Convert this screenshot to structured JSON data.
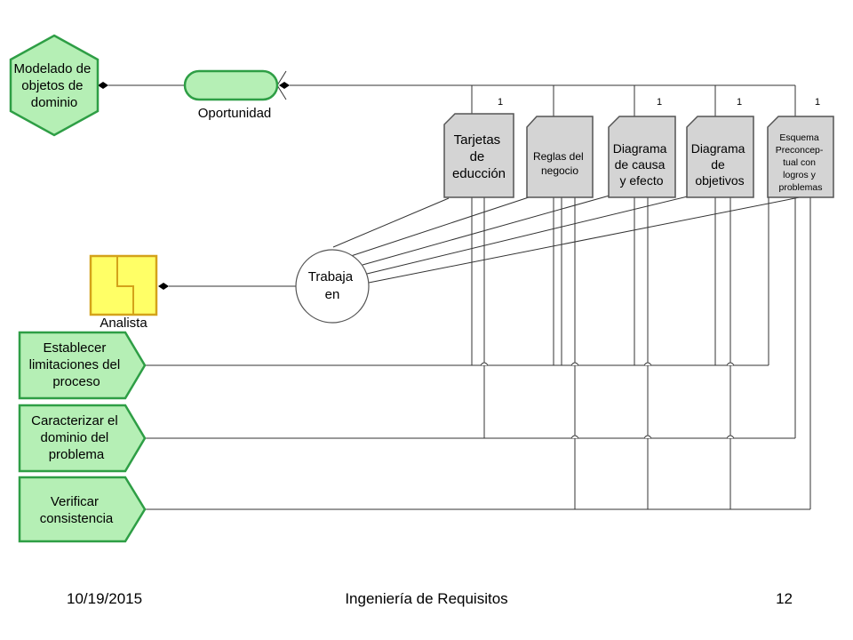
{
  "diagram": {
    "goal": {
      "lines": [
        "Modelado de",
        "objetos de",
        "dominio"
      ],
      "color": "#b5efb5"
    },
    "opportunity": {
      "label": "Oportunidad",
      "color": "#b5efb5"
    },
    "role": {
      "label": "Analista",
      "color": "#ffff66"
    },
    "process": {
      "lines": [
        "Trabaja",
        "en"
      ]
    },
    "documents": [
      {
        "lines": [
          "Tarjetas",
          "de",
          "educción"
        ],
        "cardinality": "1"
      },
      {
        "lines": [
          "Reglas del",
          "negocio"
        ],
        "cardinality": ""
      },
      {
        "lines": [
          "Diagrama",
          "de causa",
          "y efecto"
        ],
        "cardinality": "1"
      },
      {
        "lines": [
          "Diagrama",
          "de",
          "objetivos"
        ],
        "cardinality": "1"
      },
      {
        "lines": [
          "Esquema",
          "Preconcep-",
          "tual con",
          "logros y",
          "problemas"
        ],
        "cardinality": "1"
      }
    ],
    "activities": [
      {
        "lines": [
          "Establecer",
          "limitaciones del",
          "proceso"
        ]
      },
      {
        "lines": [
          "Caracterizar el",
          "dominio del",
          "problema"
        ]
      },
      {
        "lines": [
          "Verificar",
          "consistencia"
        ]
      }
    ],
    "colors": {
      "document_fill": "#d4d4d4",
      "activity_fill": "#b5efb5",
      "stroke_green": "#2e9e45"
    }
  },
  "footer": {
    "date": "10/19/2015",
    "title": "Ingeniería de Requisitos",
    "page": "12"
  }
}
